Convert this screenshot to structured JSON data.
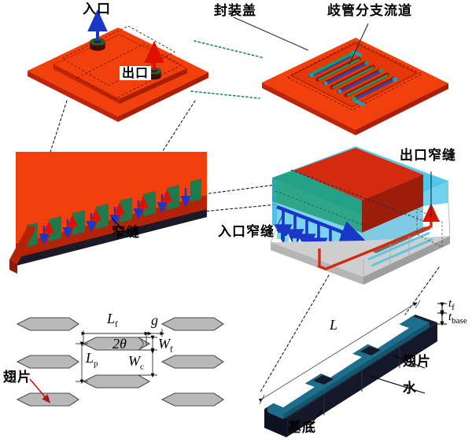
{
  "figure": {
    "kind": "manifold-microchannel-heat-sink-schematic",
    "background": "#ffffff"
  },
  "labels": {
    "inlet": "入口",
    "outlet": "出口",
    "cover": "封装盖",
    "manifold_branch_channel": "歧管分支流道",
    "slit": "窄缝",
    "inlet_slit": "入口窄缝",
    "outlet_slit": "出口窄缝",
    "fin_plan": "翅片",
    "fin_3d": "翅片",
    "water": "水",
    "substrate": "基底"
  },
  "dimensions": {
    "fin_length": {
      "sym": "L",
      "sub": "f"
    },
    "gap": {
      "sym": "g",
      "sub": ""
    },
    "angle": {
      "sym": "2θ",
      "sub": ""
    },
    "fin_width": {
      "sym": "W",
      "sub": "f"
    },
    "pitch": {
      "sym": "L",
      "sub": "p"
    },
    "channel_width": {
      "sym": "W",
      "sub": "c"
    },
    "length": {
      "sym": "L",
      "sub": ""
    },
    "fin_thickness": {
      "sym": "t",
      "sub": "f"
    },
    "base_thickness": {
      "sym": "t",
      "sub": "base"
    }
  },
  "colors": {
    "orange_top": "#F2400C",
    "orange_side": "#C02408",
    "orange_dark": "#A81E06",
    "cyan": "#4FC6E8",
    "cyan_dark": "#2BA8D0",
    "teal": "#1E9E7E",
    "teal_dark": "#17806A",
    "red": "#D42A10",
    "red_dark": "#9C1E08",
    "blue_arrow": "#1A37C8",
    "red_arrow": "#E01000",
    "green_slit": "#1E7A4A",
    "gray_fin": "#B9B9B9",
    "gray_base": "#8C8C8C",
    "navy": "#1A1E2E",
    "navy_dark": "#0E1220",
    "fin_teal": "#1B6E8C",
    "water_white": "#FFFFFF",
    "dash_black": "#1A1A1A",
    "dash_green": "#1E8C50",
    "leader": "#000000"
  },
  "plan_view": {
    "rows": 4,
    "columns": 3,
    "shape": "hexagon",
    "staggered": true
  },
  "flow": {
    "inlet_arrow_color": "#1A37C8",
    "outlet_arrow_color": "#E01000",
    "down_arrow_count": 9
  }
}
